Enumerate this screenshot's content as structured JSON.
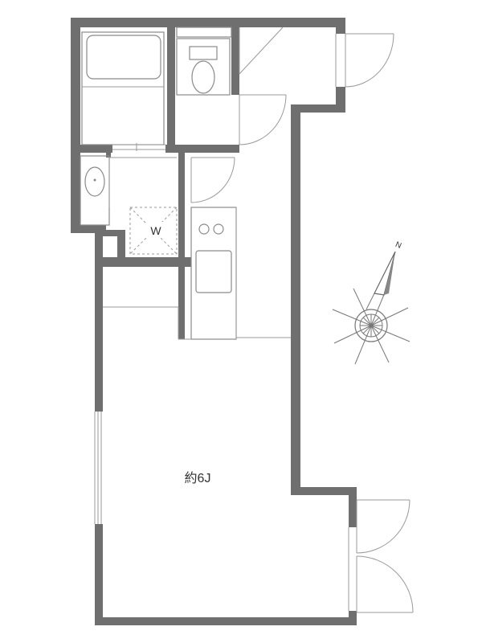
{
  "rooms": {
    "main_room_label": "約6J",
    "washer_label": "W"
  },
  "compass": {
    "north_label": "N"
  }
}
